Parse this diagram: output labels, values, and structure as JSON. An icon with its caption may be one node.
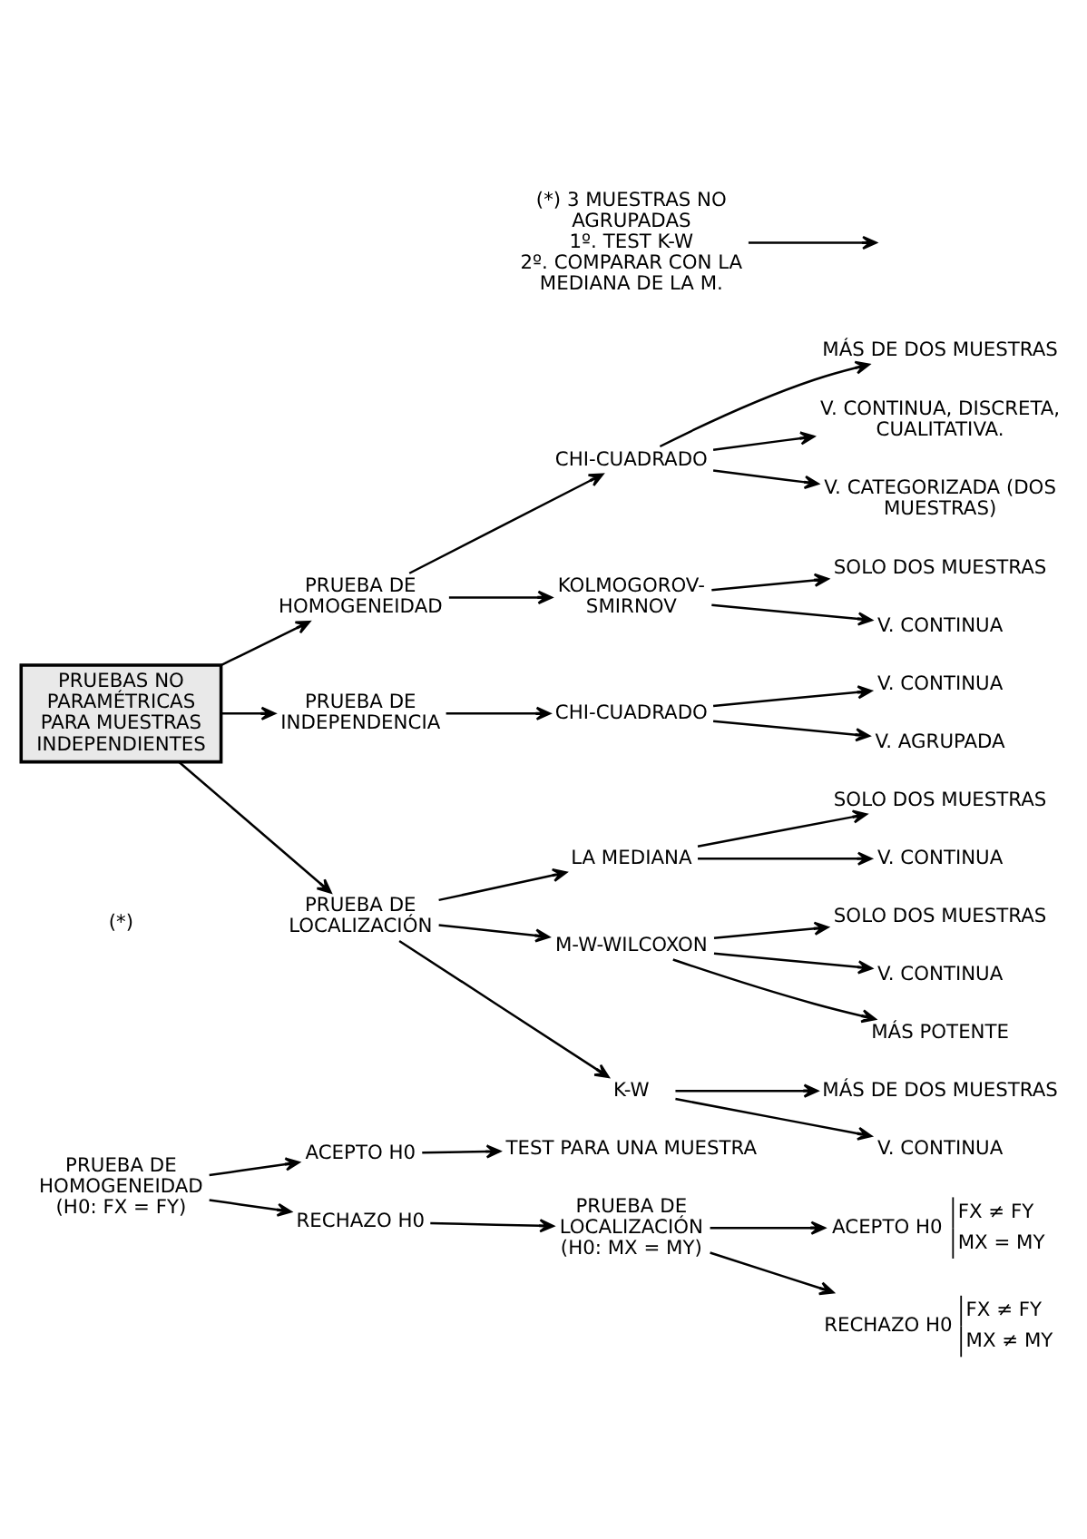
{
  "diagram": {
    "nodes": [
      {
        "text": [
          "PRUEBAS NO PARAMÉTRICAS PARA MUESTRAS INDEPENDIENTES"
        ]
      },
      {
        "text": [
          "PRUEBA DE HOMOGENEIDAD"
        ]
      },
      {
        "text": [
          "CHI-CUADRADO"
        ]
      },
      {
        "text": [
          "MÁS DE DOS MUESTRAS"
        ]
      },
      {
        "text": [
          "V. CONTINUA, DISCRETA, CUALITATIVA."
        ]
      },
      {
        "text": [
          "(*) 3 MUESTRAS NO AGRUPADAS",
          "1º. TEST K-W",
          "2º. COMPARAR CON LA MEDIANA DE LA M."
        ]
      },
      {
        "text": [
          "V. CATEGORIZADA (DOS MUESTRAS)"
        ]
      },
      {
        "text": [
          "KOLMOGOROV-SMIRNOV"
        ]
      },
      {
        "text": [
          "SOLO DOS MUESTRAS"
        ]
      },
      {
        "text": [
          "V. CONTINUA"
        ]
      },
      {
        "text": [
          "PRUEBA DE INDEPENDENCIA"
        ]
      },
      {
        "text": [
          "CHI-CUADRADO"
        ]
      },
      {
        "text": [
          "V. CONTINUA"
        ]
      },
      {
        "text": [
          "V. AGRUPADA"
        ]
      },
      {
        "text": [
          "PRUEBA DE LOCALIZACIÓN"
        ]
      },
      {
        "text": [
          "LA MEDIANA"
        ]
      },
      {
        "text": [
          "SOLO DOS MUESTRAS"
        ]
      },
      {
        "text": [
          "V. CONTINUA"
        ]
      },
      {
        "text": [
          "M-W-WILCOXON"
        ]
      },
      {
        "text": [
          "SOLO DOS MUESTRAS"
        ]
      },
      {
        "text": [
          "V. CONTINUA"
        ]
      },
      {
        "text": [
          "MÁS POTENTE"
        ]
      },
      {
        "text": [
          "K-W"
        ]
      },
      {
        "text": [
          "MÁS DE DOS MUESTRAS"
        ]
      },
      {
        "text": [
          "V. CONTINUA"
        ]
      },
      {
        "text": [
          "PRUEBA DE HOMOGENEIDAD",
          "(H0: FX = FY)"
        ]
      },
      {
        "text": [
          "ACEPTO H0"
        ]
      },
      {
        "text": [
          "TEST PARA UNA MUESTRA"
        ]
      },
      {
        "text": [
          "RECHAZO H0"
        ]
      },
      {
        "text": [
          "PRUEBA DE LOCALIZACIÓN",
          "(H0: MX = MY)"
        ]
      },
      {
        "text": [
          "ACEPTO H0",
          "FX ≠ FY",
          "MX = MY"
        ]
      },
      {
        "text": [
          "RECHAZO H0",
          "FX ≠ FY",
          "MX ≠ MY"
        ]
      }
    ],
    "edges": [
      {
        "from": 0,
        "to": 1,
        "arrow": "to"
      },
      {
        "from": 0,
        "to": 10,
        "arrow": "to"
      },
      {
        "from": 0,
        "to": 14,
        "arrow": "to"
      },
      {
        "from": 1,
        "to": 2,
        "arrow": "to"
      },
      {
        "from": 1,
        "to": 7,
        "arrow": "to"
      },
      {
        "from": 2,
        "to": 3,
        "arrow": "to"
      },
      {
        "from": 2,
        "to": 4,
        "arrow": "to"
      },
      {
        "from": 2,
        "to": 6,
        "arrow": "to"
      },
      {
        "from": 5,
        "to": null,
        "arrow": "to"
      },
      {
        "from": 7,
        "to": 8,
        "arrow": "to"
      },
      {
        "from": 7,
        "to": 9,
        "arrow": "to"
      },
      {
        "from": 10,
        "to": 11,
        "arrow": "to"
      },
      {
        "from": 11,
        "to": 12,
        "arrow": "to"
      },
      {
        "from": 11,
        "to": 13,
        "arrow": "to"
      },
      {
        "from": 14,
        "to": 15,
        "arrow": "to"
      },
      {
        "from": 14,
        "to": 18,
        "arrow": "to"
      },
      {
        "from": 14,
        "to": 22,
        "arrow": "to"
      },
      {
        "from": 15,
        "to": 16,
        "arrow": "to"
      },
      {
        "from": 15,
        "to": 17,
        "arrow": "to"
      },
      {
        "from": 18,
        "to": 19,
        "arrow": "to"
      },
      {
        "from": 18,
        "to": 20,
        "arrow": "to"
      },
      {
        "from": 18,
        "to": 21,
        "arrow": "to"
      },
      {
        "from": 22,
        "to": 23,
        "arrow": "to"
      },
      {
        "from": 22,
        "to": 24,
        "arrow": "to"
      },
      {
        "from": 25,
        "to": 26,
        "arrow": "to"
      },
      {
        "from": 25,
        "to": 28,
        "arrow": "to"
      },
      {
        "from": 26,
        "to": 27,
        "arrow": "to"
      },
      {
        "from": 28,
        "to": 29,
        "arrow": "to"
      },
      {
        "from": 29,
        "to": 30,
        "arrow": "to"
      },
      {
        "from": 29,
        "to": 31,
        "arrow": "to"
      }
    ],
    "labels": [
      "(*)"
    ]
  }
}
